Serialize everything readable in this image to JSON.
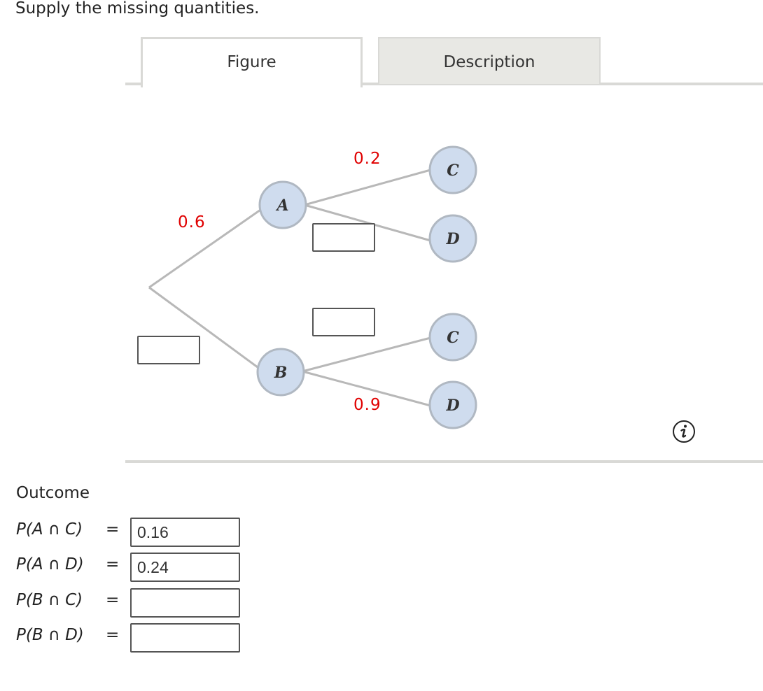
{
  "instruction": "Supply the missing quantities.",
  "tabs": [
    {
      "label": "Figure",
      "active": true
    },
    {
      "label": "Description",
      "active": false
    }
  ],
  "tree": {
    "root_branch_labels": {
      "to_A": "0.6",
      "to_B": ""
    },
    "nodes": {
      "A": "A",
      "B": "B",
      "A_C": "C",
      "A_D": "D",
      "B_C": "C",
      "B_D": "D"
    },
    "branch_labels": {
      "A_to_C": "0.2",
      "A_to_D": "",
      "B_to_C": "",
      "B_to_D": "0.9"
    }
  },
  "outcome": {
    "title": "Outcome",
    "equals": "=",
    "rows": [
      {
        "label": "P(A ∩ C)",
        "value": "0.16"
      },
      {
        "label": "P(A ∩ D)",
        "value": "0.24"
      },
      {
        "label": "P(B ∩ C)",
        "value": ""
      },
      {
        "label": "P(B ∩ D)",
        "value": ""
      }
    ]
  },
  "colors": {
    "probability_text": "#e00000",
    "node_fill": "#cfdcee",
    "node_stroke": "#b0b8c2",
    "branch_line": "#b8b8b8",
    "tab_border": "#d9d9d6",
    "inactive_tab_bg": "#e8e8e4"
  },
  "icons": {
    "info": "info-circle-icon"
  }
}
